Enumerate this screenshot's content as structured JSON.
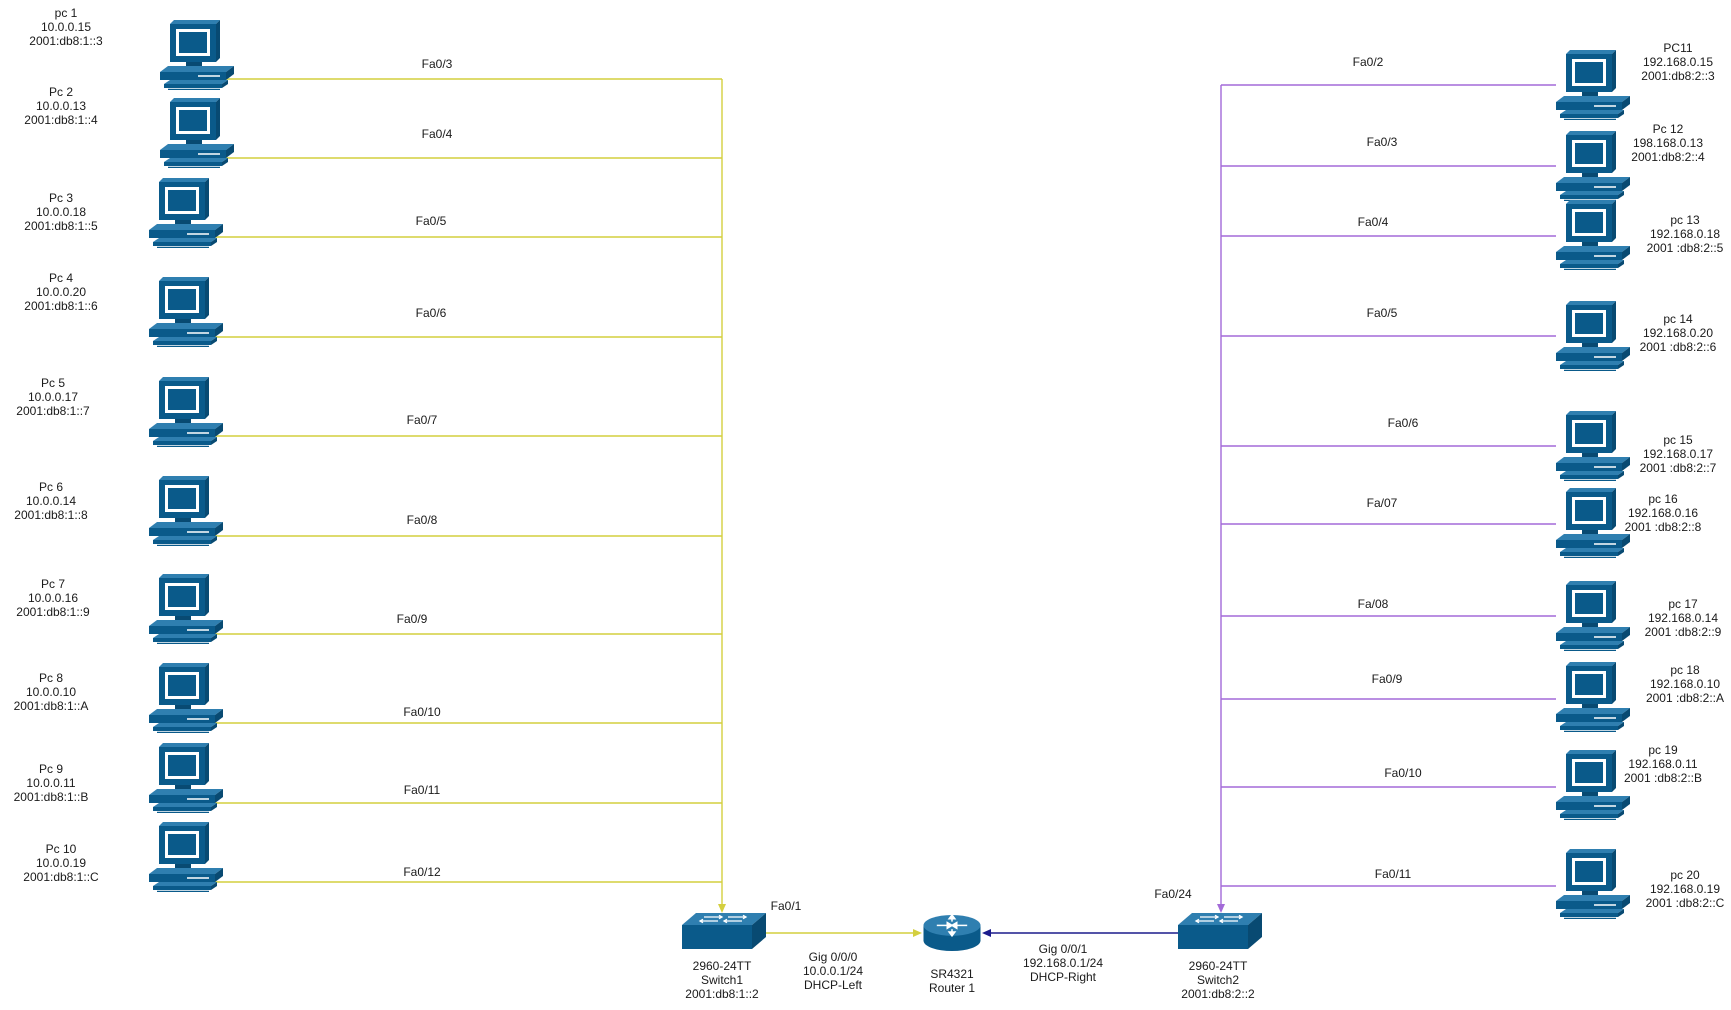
{
  "left_pcs": [
    {
      "name": "pc 1",
      "ipv4": "10.0.0.15",
      "ipv6": "2001:db8:1::3",
      "port": "Fa0/3"
    },
    {
      "name": "Pc 2",
      "ipv4": "10.0.0.13",
      "ipv6": "2001:db8:1::4",
      "port": "Fa0/4"
    },
    {
      "name": "Pc 3",
      "ipv4": "10.0.0.18",
      "ipv6": "2001:db8:1::5",
      "port": "Fa0/5"
    },
    {
      "name": "Pc 4",
      "ipv4": "10.0.0.20",
      "ipv6": "2001:db8:1::6",
      "port": "Fa0/6"
    },
    {
      "name": "Pc 5",
      "ipv4": "10.0.0.17",
      "ipv6": "2001:db8:1::7",
      "port": "Fa0/7"
    },
    {
      "name": "Pc 6",
      "ipv4": "10.0.0.14",
      "ipv6": "2001:db8:1::8",
      "port": "Fa0/8"
    },
    {
      "name": "Pc 7",
      "ipv4": "10.0.0.16",
      "ipv6": "2001:db8:1::9",
      "port": "Fa0/9"
    },
    {
      "name": "Pc 8",
      "ipv4": "10.0.0.10",
      "ipv6": "2001:db8:1::A",
      "port": "Fa0/10"
    },
    {
      "name": "Pc 9",
      "ipv4": "10.0.0.11",
      "ipv6": "2001:db8:1::B",
      "port": "Fa0/11"
    },
    {
      "name": "Pc 10",
      "ipv4": "10.0.0.19",
      "ipv6": "2001:db8:1::C",
      "port": "Fa0/12"
    }
  ],
  "right_pcs": [
    {
      "name": "PC11",
      "ipv4": "192.168.0.15",
      "ipv6": "2001:db8:2::3",
      "port": "Fa0/2"
    },
    {
      "name": "Pc 12",
      "ipv4": "198.168.0.13",
      "ipv6": "2001:db8:2::4",
      "port": "Fa0/3"
    },
    {
      "name": "pc 13",
      "ipv4": "192.168.0.18",
      "ipv6": "2001 :db8:2::5",
      "port": "Fa0/4"
    },
    {
      "name": "pc 14",
      "ipv4": "192.168.0.20",
      "ipv6": "2001 :db8:2::6",
      "port": "Fa0/5"
    },
    {
      "name": "pc 15",
      "ipv4": "192.168.0.17",
      "ipv6": "2001 :db8:2::7",
      "port": "Fa0/6"
    },
    {
      "name": "pc 16",
      "ipv4": "192.168.0.16",
      "ipv6": "2001 :db8:2::8",
      "port": "Fa/07"
    },
    {
      "name": "pc 17",
      "ipv4": "192.168.0.14",
      "ipv6": "2001 :db8:2::9",
      "port": "Fa/08"
    },
    {
      "name": "pc 18",
      "ipv4": "192.168.0.10",
      "ipv6": "2001 :db8:2::A",
      "port": "Fa0/9"
    },
    {
      "name": "pc 19",
      "ipv4": "192.168.0.11",
      "ipv6": "2001 :db8:2::B",
      "port": "Fa0/10"
    },
    {
      "name": "pc 20",
      "ipv4": "192.168.0.19",
      "ipv6": "2001 :db8:2::C",
      "port": "Fa0/11"
    }
  ],
  "switch1": {
    "model": "2960-24TT",
    "name": "Switch1",
    "ipv6": "2001:db8:1::2",
    "uplink_port": "Fa0/1"
  },
  "switch2": {
    "model": "2960-24TT",
    "name": "Switch2",
    "ipv6": "2001:db8:2::2",
    "uplink_port": "Fa0/24"
  },
  "router": {
    "model": "SR4321",
    "name": "Router 1"
  },
  "router_left_iface": {
    "name": "Gig 0/0/0",
    "ip": "10.0.0.1/24",
    "dhcp": "DHCP-Left"
  },
  "router_right_iface": {
    "name": "Gig 0/0/1",
    "ip": "192.168.0.1/24",
    "dhcp": "DHCP-Right"
  },
  "colors": {
    "device": "#0a5a8a",
    "left_link": "#d4cf3f",
    "right_link": "#a36ad8",
    "router_right_link": "#1b1b8c"
  },
  "icons": {
    "pc": "desktop-pc-icon",
    "switch": "workgroup-switch-icon",
    "router": "router-icon"
  }
}
